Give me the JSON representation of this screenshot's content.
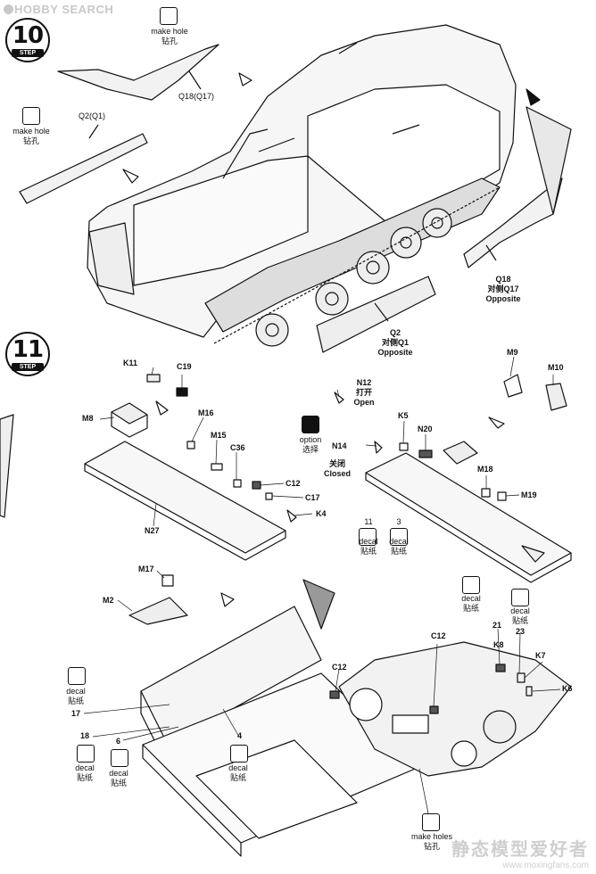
{
  "header": {
    "site": "HOBBY SEARCH"
  },
  "watermark": {
    "cn": "静态模型爱好者",
    "url": "www.moxingfans.com"
  },
  "steps": {
    "s10": {
      "number": "10",
      "tag": "STEP"
    },
    "s11": {
      "number": "11",
      "tag": "STEP"
    }
  },
  "labels": {
    "make_hole_1": "make hole",
    "make_hole_1_cn": "钻孔",
    "q18_q17": "Q18(Q17)",
    "make_hole_2": "make hole",
    "make_hole_2_cn": "钻孔",
    "q2_q1": "Q2(Q1)",
    "q18": "Q18",
    "q17_cn": "对侧Q17",
    "opposite_1": "Opposite",
    "q2": "Q2",
    "q1_cn": "对侧Q1",
    "opposite_2": "Opposite",
    "k11": "K11",
    "c19": "C19",
    "m8": "M8",
    "m16": "M16",
    "m15": "M15",
    "c36": "C36",
    "c12_a": "C12",
    "c17": "C17",
    "k4": "K4",
    "n27": "N27",
    "n12": "N12",
    "open_cn": "打开",
    "open": "Open",
    "option": "option",
    "option_cn": "选择",
    "k5": "K5",
    "n20": "N20",
    "n14": "N14",
    "closed_cn": "关闭",
    "closed": "Closed",
    "m9": "M9",
    "m10": "M10",
    "m18": "M18",
    "m19": "M19",
    "d11": "11",
    "d11_decal": "decal",
    "d11_cn": "贴纸",
    "d3": "3",
    "d3_decal": "decal",
    "d3_cn": "贴纸",
    "m17": "M17",
    "m2": "M2",
    "decal_a": "decal",
    "decal_a_cn": "贴纸",
    "decal_b": "decal",
    "decal_b_cn": "贴纸",
    "n21": "21",
    "k8": "K8",
    "n23": "23",
    "k7": "K7",
    "k6": "K6",
    "c12_b": "C12",
    "c12_c": "C12",
    "decal_17": "decal",
    "decal_17_cn": "贴纸",
    "n17": "17",
    "n18": "18",
    "n6": "6",
    "n4": "4",
    "decal_18": "decal",
    "decal_18_cn": "贴纸",
    "decal_6": "decal",
    "decal_6_cn": "贴纸",
    "decal_4": "decal",
    "decal_4_cn": "贴纸",
    "make_holes": "make holes",
    "make_holes_cn": "钻孔"
  }
}
